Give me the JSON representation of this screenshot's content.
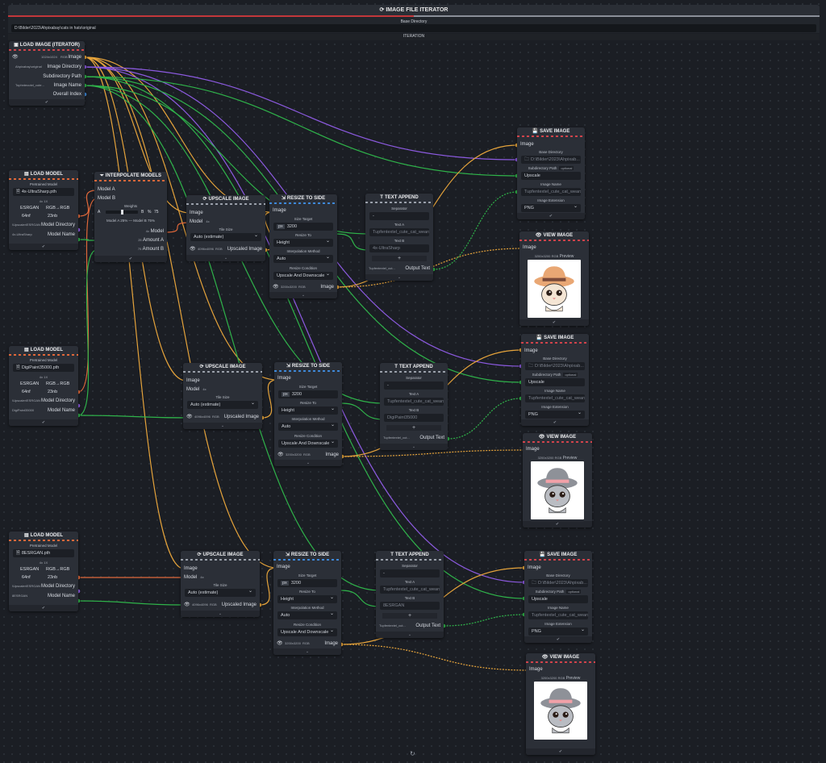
{
  "header": {
    "title": "IMAGE FILE ITERATOR",
    "base_dir_label": "Base Directory",
    "base_dir_value": "D:\\Bilder\\2023\\Ahpixabay\\cats in hats\\original",
    "iteration_label": "ITERATION"
  },
  "colors": {
    "image": "#e5a33b",
    "model": "#e0683a",
    "directory": "#8c5ae0",
    "path": "#2fb34a",
    "text": "#2fb34a",
    "number": "#3e88d8"
  },
  "load_image": {
    "title": "LOAD IMAGE (ITERATOR)",
    "meta": "1024x1024",
    "meta2": "RGB",
    "dir_tag": "Ahpixabay\\original",
    "name_tag": "Tophntecutel_cute...",
    "outputs": [
      "Image",
      "Image Directory",
      "Subdirectory Path",
      "Image Name",
      "Overall Index"
    ]
  },
  "load_model": [
    {
      "title": "LOAD MODEL",
      "pretrained_label": "Pretrained Model",
      "file": "4x-UltraSharp.pth",
      "scale": "4x",
      "size": "1X",
      "arch": "ESRGAN",
      "rgb": "RGB→RGB",
      "nf": "64nf",
      "nb": "23nb",
      "dir_tag": "\\Upscaler\\ESRGAN",
      "name_tag": "4x-UltraSharp",
      "out_dir": "Model Directory",
      "out_name": "Model Name"
    },
    {
      "title": "LOAD MODEL",
      "pretrained_label": "Pretrained Model",
      "file": "DigiPaint35000.pth",
      "scale": "4x",
      "size": "1X",
      "arch": "ESRGAN",
      "rgb": "RGB→RGB",
      "nf": "64nf",
      "nb": "23nb",
      "dir_tag": "\\Upscaler\\ESRGAN",
      "name_tag": "DigiPaint35000",
      "out_dir": "Model Directory",
      "out_name": "Model Name"
    },
    {
      "title": "LOAD MODEL",
      "pretrained_label": "Pretrained Model",
      "file": "8ESRGAN.pth",
      "scale": "4x",
      "size": "1X",
      "arch": "ESRGAN",
      "rgb": "RGB→RGB",
      "nf": "64nf",
      "nb": "23nb",
      "dir_tag": "\\Upscaler\\ESRGAN",
      "name_tag": "8ESRGAN",
      "out_dir": "Model Directory",
      "out_name": "Model Name"
    }
  ],
  "interpolate": {
    "title": "INTERPOLATE MODELS",
    "in_a": "Model A",
    "in_b": "Model B",
    "weights_label": "Weights",
    "a": "A",
    "b": "B",
    "pct": "%",
    "val": "75",
    "ratio": "Model A 25% — Model B 75%",
    "out_model": "Model",
    "out_amount_a": "Amount A",
    "out_amount_b": "Amount B",
    "tag_model": "4x",
    "tag_a": "25",
    "tag_b": "75"
  },
  "upscale": [
    {
      "title": "UPSCALE IMAGE",
      "in_image": "Image",
      "in_model": "Model",
      "model_tag": "4x",
      "tile_label": "Tile Size",
      "tile_value": "Auto (estimate)",
      "out_image": "Upscaled Image",
      "out_tag": "4096x4096",
      "out_rgb": "RGB"
    },
    {
      "title": "UPSCALE IMAGE",
      "in_image": "Image",
      "in_model": "Model",
      "model_tag": "4x",
      "tile_label": "Tile Size",
      "tile_value": "Auto (estimate)",
      "out_image": "Upscaled Image",
      "out_tag": "4096x4096",
      "out_rgb": "RGB"
    },
    {
      "title": "UPSCALE IMAGE",
      "in_image": "Image",
      "in_model": "Model",
      "model_tag": "4x",
      "tile_label": "Tile Size",
      "tile_value": "Auto (estimate)",
      "out_image": "Upscaled Image",
      "out_tag": "4096x4096",
      "out_rgb": "RGB"
    }
  ],
  "resize": [
    {
      "title": "RESIZE TO SIDE",
      "in_image": "Image",
      "size_label": "Size Target",
      "unit": "px",
      "size_value": "3200",
      "resize_to_label": "Resize To",
      "resize_to": "Height",
      "interp_label": "Interpolation Method",
      "interp": "Auto",
      "cond_label": "Resize Condition",
      "cond": "Upscale And Downscale",
      "out_tag": "3200x3200",
      "out_rgb": "RGB",
      "out_image": "Image"
    },
    {
      "title": "RESIZE TO SIDE",
      "in_image": "Image",
      "size_label": "Size Target",
      "unit": "px",
      "size_value": "3200",
      "resize_to_label": "Resize To",
      "resize_to": "Height",
      "interp_label": "Interpolation Method",
      "interp": "Auto",
      "cond_label": "Resize Condition",
      "cond": "Upscale And Downscale",
      "out_tag": "3200x3200",
      "out_rgb": "RGB",
      "out_image": "Image"
    },
    {
      "title": "RESIZE TO SIDE",
      "in_image": "Image",
      "size_label": "Size Target",
      "unit": "px",
      "size_value": "3200",
      "resize_to_label": "Resize To",
      "resize_to": "Height",
      "interp_label": "Interpolation Method",
      "interp": "Auto",
      "cond_label": "Resize Condition",
      "cond": "Upscale And Downscale",
      "out_tag": "3200x3200",
      "out_rgb": "RGB",
      "out_image": "Image"
    }
  ],
  "text_append": [
    {
      "title": "TEXT APPEND",
      "sep_label": "Separator",
      "sep": "-",
      "a_label": "Text A",
      "a": "Tupfentextel_cute_cat_wears",
      "b_label": "Text B",
      "b": "4x-UltraSharp",
      "plus": "+",
      "out_tag": "Tupfentextel_cut...",
      "out": "Output Text"
    },
    {
      "title": "TEXT APPEND",
      "sep_label": "Separator",
      "sep": "-",
      "a_label": "Text A",
      "a": "Tupfentextel_cute_cat_wears",
      "b_label": "Text B",
      "b": "DigiPaint35000",
      "plus": "+",
      "out_tag": "Tupfentextel_cut...",
      "out": "Output Text"
    },
    {
      "title": "TEXT APPEND",
      "sep_label": "Separator",
      "sep": "-",
      "a_label": "Text A",
      "a": "Tupfentextel_cute_cat_wears",
      "b_label": "Text B",
      "b": "8ESRGAN",
      "plus": "+",
      "out_tag": "Tupfentextel_cut...",
      "out": "Output Text"
    }
  ],
  "save_image": [
    {
      "title": "SAVE IMAGE",
      "in_image": "Image",
      "base_label": "Base Directory",
      "base": "D:\\Bilder\\2023\\Ahpixab...",
      "sub_label": "Subdirectory Path",
      "optional": "optional",
      "sub": "Upscale",
      "name_label": "Image Name",
      "name": "Tupfentextel_cute_cat_wears",
      "ext_label": "Image Extension",
      "ext": "PNG"
    },
    {
      "title": "SAVE IMAGE",
      "in_image": "Image",
      "base_label": "Base Directory",
      "base": "D:\\Bilder\\2023\\Ahpixab...",
      "sub_label": "Subdirectory Path",
      "optional": "optional",
      "sub": "Upscale",
      "name_label": "Image Name",
      "name": "Tupfentextel_cute_cat_wears",
      "ext_label": "Image Extension",
      "ext": "PNG"
    },
    {
      "title": "SAVE IMAGE",
      "in_image": "Image",
      "base_label": "Base Directory",
      "base": "D:\\Bilder\\2023\\Ahpixab...",
      "sub_label": "Subdirectory Path",
      "optional": "optional",
      "sub": "Upscale",
      "name_label": "Image Name",
      "name": "Tupfentextel_cute_cat_wears",
      "ext_label": "Image Extension",
      "ext": "PNG"
    }
  ],
  "view_image": [
    {
      "title": "VIEW IMAGE",
      "in_image": "Image",
      "tag": "3200x3200",
      "rgb": "RGB",
      "preview": "Preview"
    },
    {
      "title": "VIEW IMAGE",
      "in_image": "Image",
      "tag": "3200x3200",
      "rgb": "RGB",
      "preview": "Preview"
    },
    {
      "title": "VIEW IMAGE",
      "in_image": "Image",
      "tag": "3200x3200",
      "rgb": "RGB",
      "preview": "Preview"
    }
  ]
}
